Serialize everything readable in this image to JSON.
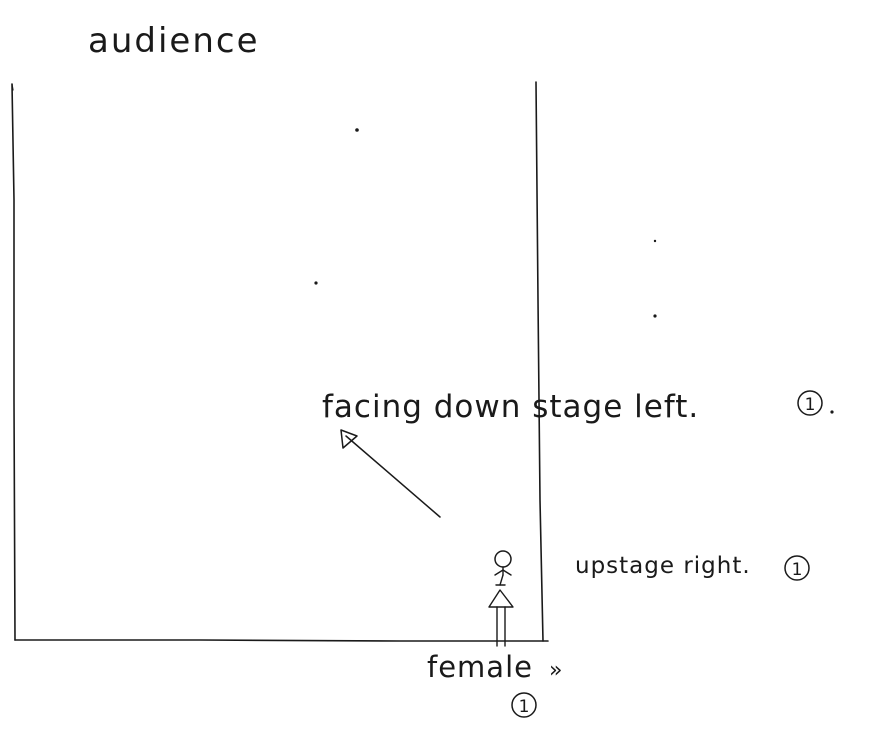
{
  "labels": {
    "audience": "audience",
    "facing": "facing down stage left.",
    "facing_mark": "1",
    "upstage": "upstage right.",
    "upstage_mark": "1",
    "female": "female",
    "female_suffix": "»",
    "female_mark": "1"
  },
  "colors": {
    "ink": "#1a1a1a",
    "paper": "#ffffff"
  }
}
